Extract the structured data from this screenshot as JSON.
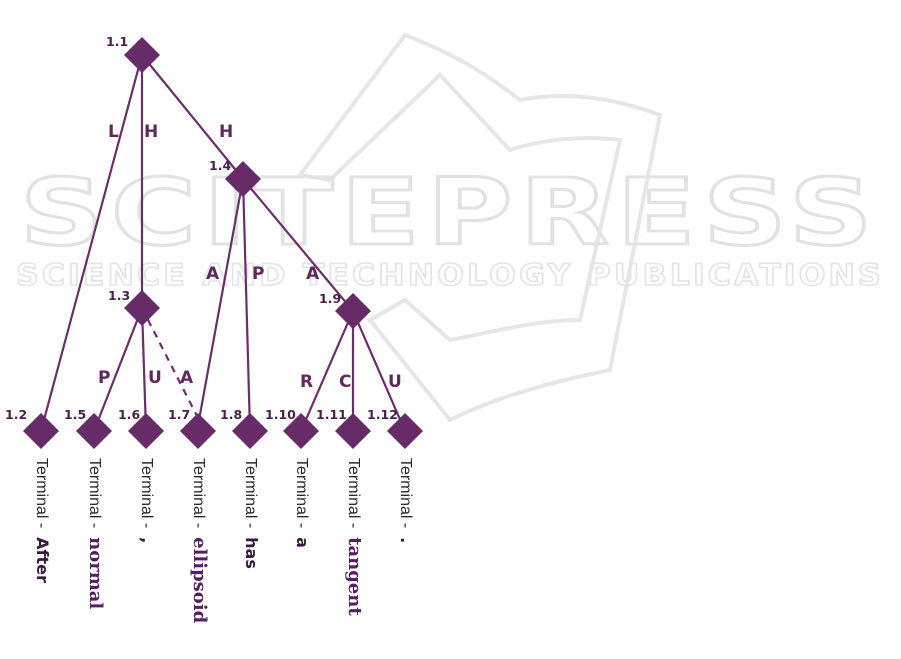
{
  "watermark": {
    "title": "SCITEPRESS",
    "subtitle": "SCIENCE AND TECHNOLOGY PUBLICATIONS"
  },
  "nodes": [
    {
      "id": "1.1",
      "label": "1.1"
    },
    {
      "id": "1.4",
      "label": "1.4"
    },
    {
      "id": "1.3",
      "label": "1.3"
    },
    {
      "id": "1.9",
      "label": "1.9"
    },
    {
      "id": "1.2",
      "label": "1.2"
    },
    {
      "id": "1.5",
      "label": "1.5"
    },
    {
      "id": "1.6",
      "label": "1.6"
    },
    {
      "id": "1.7",
      "label": "1.7"
    },
    {
      "id": "1.8",
      "label": "1.8"
    },
    {
      "id": "1.10",
      "label": "1.10"
    },
    {
      "id": "1.11",
      "label": "1.11"
    },
    {
      "id": "1.12",
      "label": "1.12"
    }
  ],
  "edges": [
    {
      "from": "1.1",
      "to": "1.2",
      "label": "L",
      "style": "solid"
    },
    {
      "from": "1.1",
      "to": "1.3",
      "label": "H",
      "style": "solid"
    },
    {
      "from": "1.1",
      "to": "1.4",
      "label": "H",
      "style": "solid"
    },
    {
      "from": "1.4",
      "to": "1.7",
      "label": "A",
      "style": "solid"
    },
    {
      "from": "1.4",
      "to": "1.8",
      "label": "P",
      "style": "solid"
    },
    {
      "from": "1.4",
      "to": "1.9",
      "label": "A",
      "style": "solid"
    },
    {
      "from": "1.3",
      "to": "1.5",
      "label": "P",
      "style": "solid"
    },
    {
      "from": "1.3",
      "to": "1.6",
      "label": "U",
      "style": "solid"
    },
    {
      "from": "1.3",
      "to": "1.7",
      "label": "A",
      "style": "dashed"
    },
    {
      "from": "1.9",
      "to": "1.10",
      "label": "R",
      "style": "solid"
    },
    {
      "from": "1.9",
      "to": "1.11",
      "label": "C",
      "style": "solid"
    },
    {
      "from": "1.9",
      "to": "1.12",
      "label": "U",
      "style": "solid"
    }
  ],
  "terminals": [
    {
      "node": "1.2",
      "prefix": "Terminal -",
      "word": "After"
    },
    {
      "node": "1.5",
      "prefix": "Terminal -",
      "word": "normal"
    },
    {
      "node": "1.6",
      "prefix": "Terminal -",
      "word": ","
    },
    {
      "node": "1.7",
      "prefix": "Terminal -",
      "word": "ellipsoid"
    },
    {
      "node": "1.8",
      "prefix": "Terminal -",
      "word": "has"
    },
    {
      "node": "1.10",
      "prefix": "Terminal -",
      "word": "a"
    },
    {
      "node": "1.11",
      "prefix": "Terminal -",
      "word": "tangent"
    },
    {
      "node": "1.12",
      "prefix": "Terminal -",
      "word": "."
    }
  ],
  "colors": {
    "node": "#672c67",
    "edge": "#6b2e6b",
    "label": "#5e2a5e"
  }
}
